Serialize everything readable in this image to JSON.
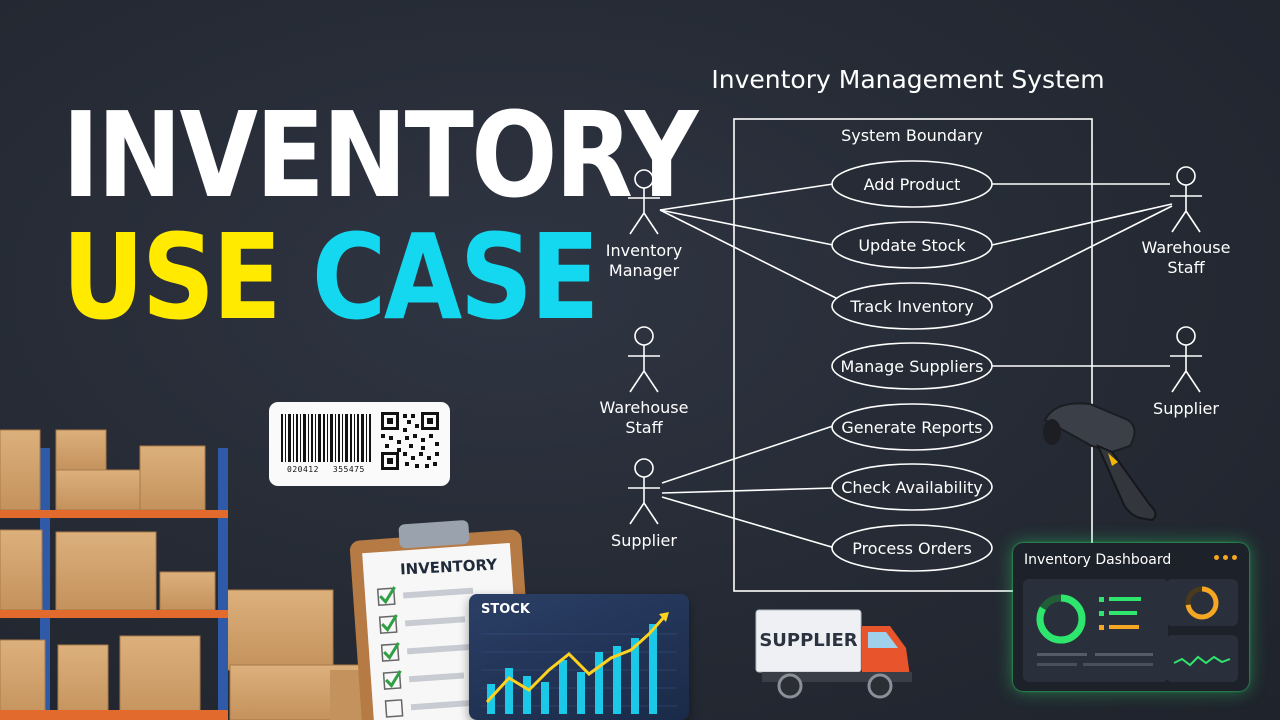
{
  "headline": {
    "line1": "INVENTORY",
    "line2_word1": "USE",
    "line2_word2": "CASE"
  },
  "diagram": {
    "title": "Inventory Management System",
    "boundary_label": "System Boundary",
    "use_cases": [
      "Add Product",
      "Update Stock",
      "Track Inventory",
      "Manage Suppliers",
      "Generate Reports",
      "Check Availability",
      "Process Orders"
    ],
    "actors_left": [
      {
        "line1": "Inventory",
        "line2": "Manager"
      },
      {
        "line1": "Warehouse",
        "line2": "Staff"
      },
      {
        "line1": "Supplier",
        "line2": ""
      }
    ],
    "actors_right": [
      {
        "line1": "Warehouse",
        "line2": "Staff"
      },
      {
        "line1": "Supplier",
        "line2": ""
      }
    ]
  },
  "props": {
    "barcode_left": "020412",
    "barcode_right": "355475",
    "clipboard_title": "INVENTORY",
    "stock_title": "STOCK",
    "truck_label": "SUPPLIER",
    "dashboard_title": "Inventory Dashboard"
  },
  "colors": {
    "background": "#262b36",
    "accent_yellow": "#ffea00",
    "accent_cyan": "#14d8f0",
    "dashboard_green": "#2ee66e",
    "dashboard_orange": "#f5a623"
  }
}
